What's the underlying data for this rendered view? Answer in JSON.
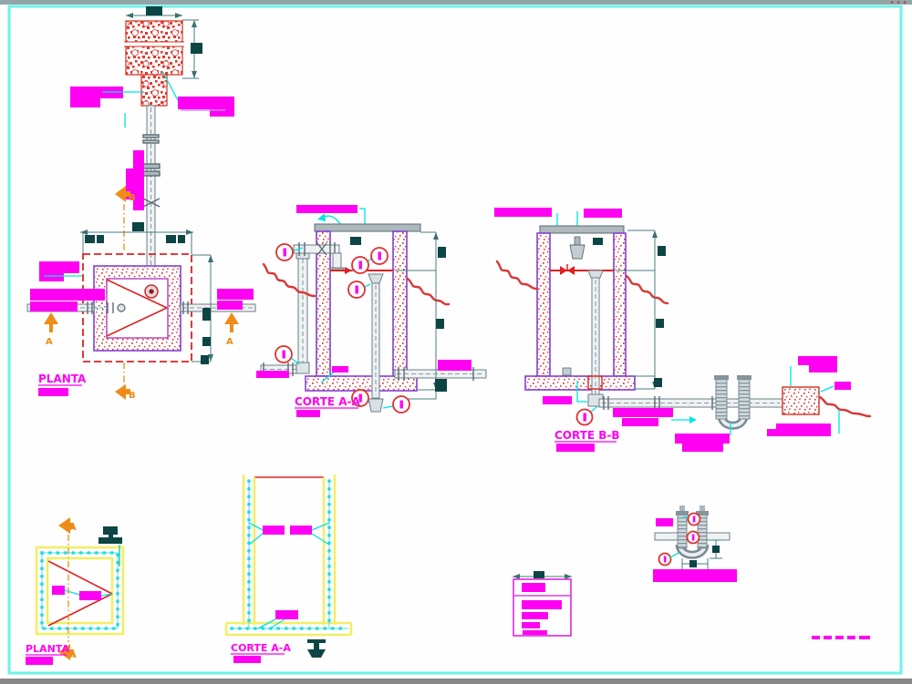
{
  "sheet": {
    "background": "#ffffff",
    "frame_color": "#6ef2e7",
    "outer_top_strip": "#93a5a7",
    "outer_bottom_strip": "#878787"
  },
  "palette": {
    "label_magenta": "#ff00f2",
    "concrete_red": "#e03030",
    "wall_purple": "#8440d4",
    "leader_cyan": "#00e4e4",
    "dim_text_teal": "#0d4545",
    "dim_line_teal": "#4a7d7d",
    "section_orange": "#ef8c17",
    "rebar_yellow": "#f2ee66",
    "rebar_cyan": "#22dede",
    "pipe_gray": "#6e7e86",
    "ground_scribble_red": "#d83838"
  },
  "views": {
    "planta_top": {
      "title": "PLANTA"
    },
    "corte_aa_top": {
      "title": "CORTE A-A"
    },
    "corte_bb": {
      "title": "CORTE B-B"
    },
    "planta_bottom": {
      "title": "PLANTA"
    },
    "corte_aa_bottom": {
      "title": "CORTE A-A"
    }
  },
  "section_markers": {
    "a": "A",
    "b": "B"
  }
}
